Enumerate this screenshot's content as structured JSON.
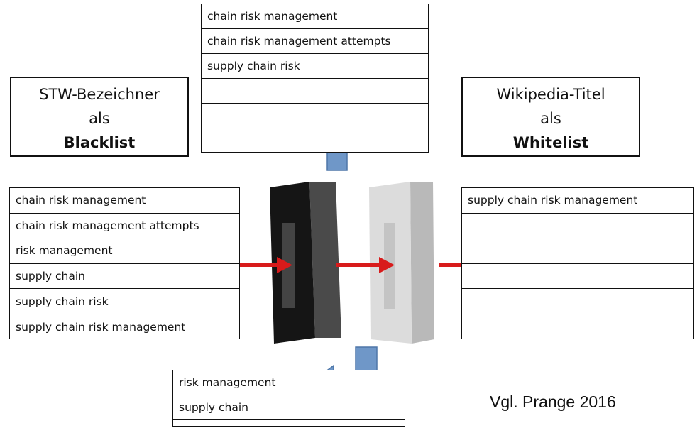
{
  "top_table": {
    "rows": [
      "chain risk management",
      "chain risk management attempts",
      "supply chain risk",
      "",
      "",
      ""
    ]
  },
  "left_table": {
    "rows": [
      "chain risk management",
      "chain risk management attempts",
      "risk management",
      "supply chain",
      "supply chain risk",
      "supply chain risk management"
    ]
  },
  "right_table": {
    "rows": [
      "supply chain risk management",
      "",
      "",
      "",
      "",
      ""
    ]
  },
  "bottom_table": {
    "rows": [
      "risk management",
      "supply chain",
      ""
    ]
  },
  "blacklist_label": {
    "line1": "STW-Bezeichner",
    "line2": "als",
    "line3": "Blacklist"
  },
  "whitelist_label": {
    "line1": "Wikipedia-Titel",
    "line2": "als",
    "line3": "Whitelist"
  },
  "citation": "Vgl. Prange 2016",
  "colors": {
    "arrow_blue": "#6f97c8",
    "arrow_red": "#d81b1b",
    "black_filter": "#1a1a1a",
    "white_filter": "#cfcfcf"
  }
}
